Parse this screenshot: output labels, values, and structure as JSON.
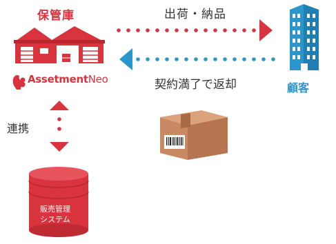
{
  "warehouse": {
    "title": "保管庫",
    "icon": "warehouse-icon"
  },
  "logo": {
    "brand": "Assetment",
    "suffix": "Neo",
    "icon": "squirrel-icon"
  },
  "customer": {
    "title": "顧客",
    "icon": "office-building-icon"
  },
  "flows": {
    "ship_label": "出荷・納品",
    "return_label": "契約満了で返却",
    "link_label": "連携"
  },
  "database": {
    "line1": "販売管理",
    "line2": "システム",
    "icon": "database-icon"
  },
  "package": {
    "icon": "cardboard-box-icon"
  },
  "colors": {
    "red": "#d9343d",
    "blue": "#2a96cc",
    "box": "#c98a63"
  }
}
